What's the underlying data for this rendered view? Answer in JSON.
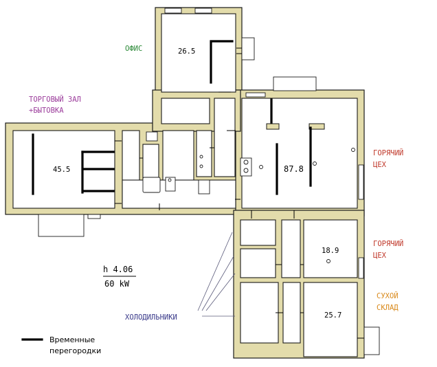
{
  "colors": {
    "wall_fill": "#e3dcab",
    "office_label": "#2e8b3a",
    "trade_label": "#9b3c9b",
    "hot_label": "#c0392b",
    "dry_label": "#d98a1c",
    "fridge_label": "#3a3a8a"
  },
  "labels": {
    "office": "ОФИС",
    "trade_hall_line1": "ТОРГОВЫЙ ЗАЛ",
    "trade_hall_line2": "+БЫТОВКА",
    "hot_shop_1_line1": "ГОРЯЧИЙ",
    "hot_shop_1_line2": "ЦЕХ",
    "hot_shop_2_line1": "ГОРЯЧИЙ",
    "hot_shop_2_line2": "ЦЕХ",
    "dry_store_line1": "СУХОЙ",
    "dry_store_line2": "СКЛАД",
    "fridges": "ХОЛОДИЛЬНИКИ"
  },
  "areas": {
    "office": "26.5",
    "trade_hall": "45.5",
    "hot_shop_1": "87.8",
    "hot_shop_2": "18.9",
    "dry_store": "25.7"
  },
  "specs": {
    "height": "h 4.06",
    "power": "60 kW"
  },
  "legend": {
    "line1": "Временные",
    "line2": "перегородки"
  }
}
